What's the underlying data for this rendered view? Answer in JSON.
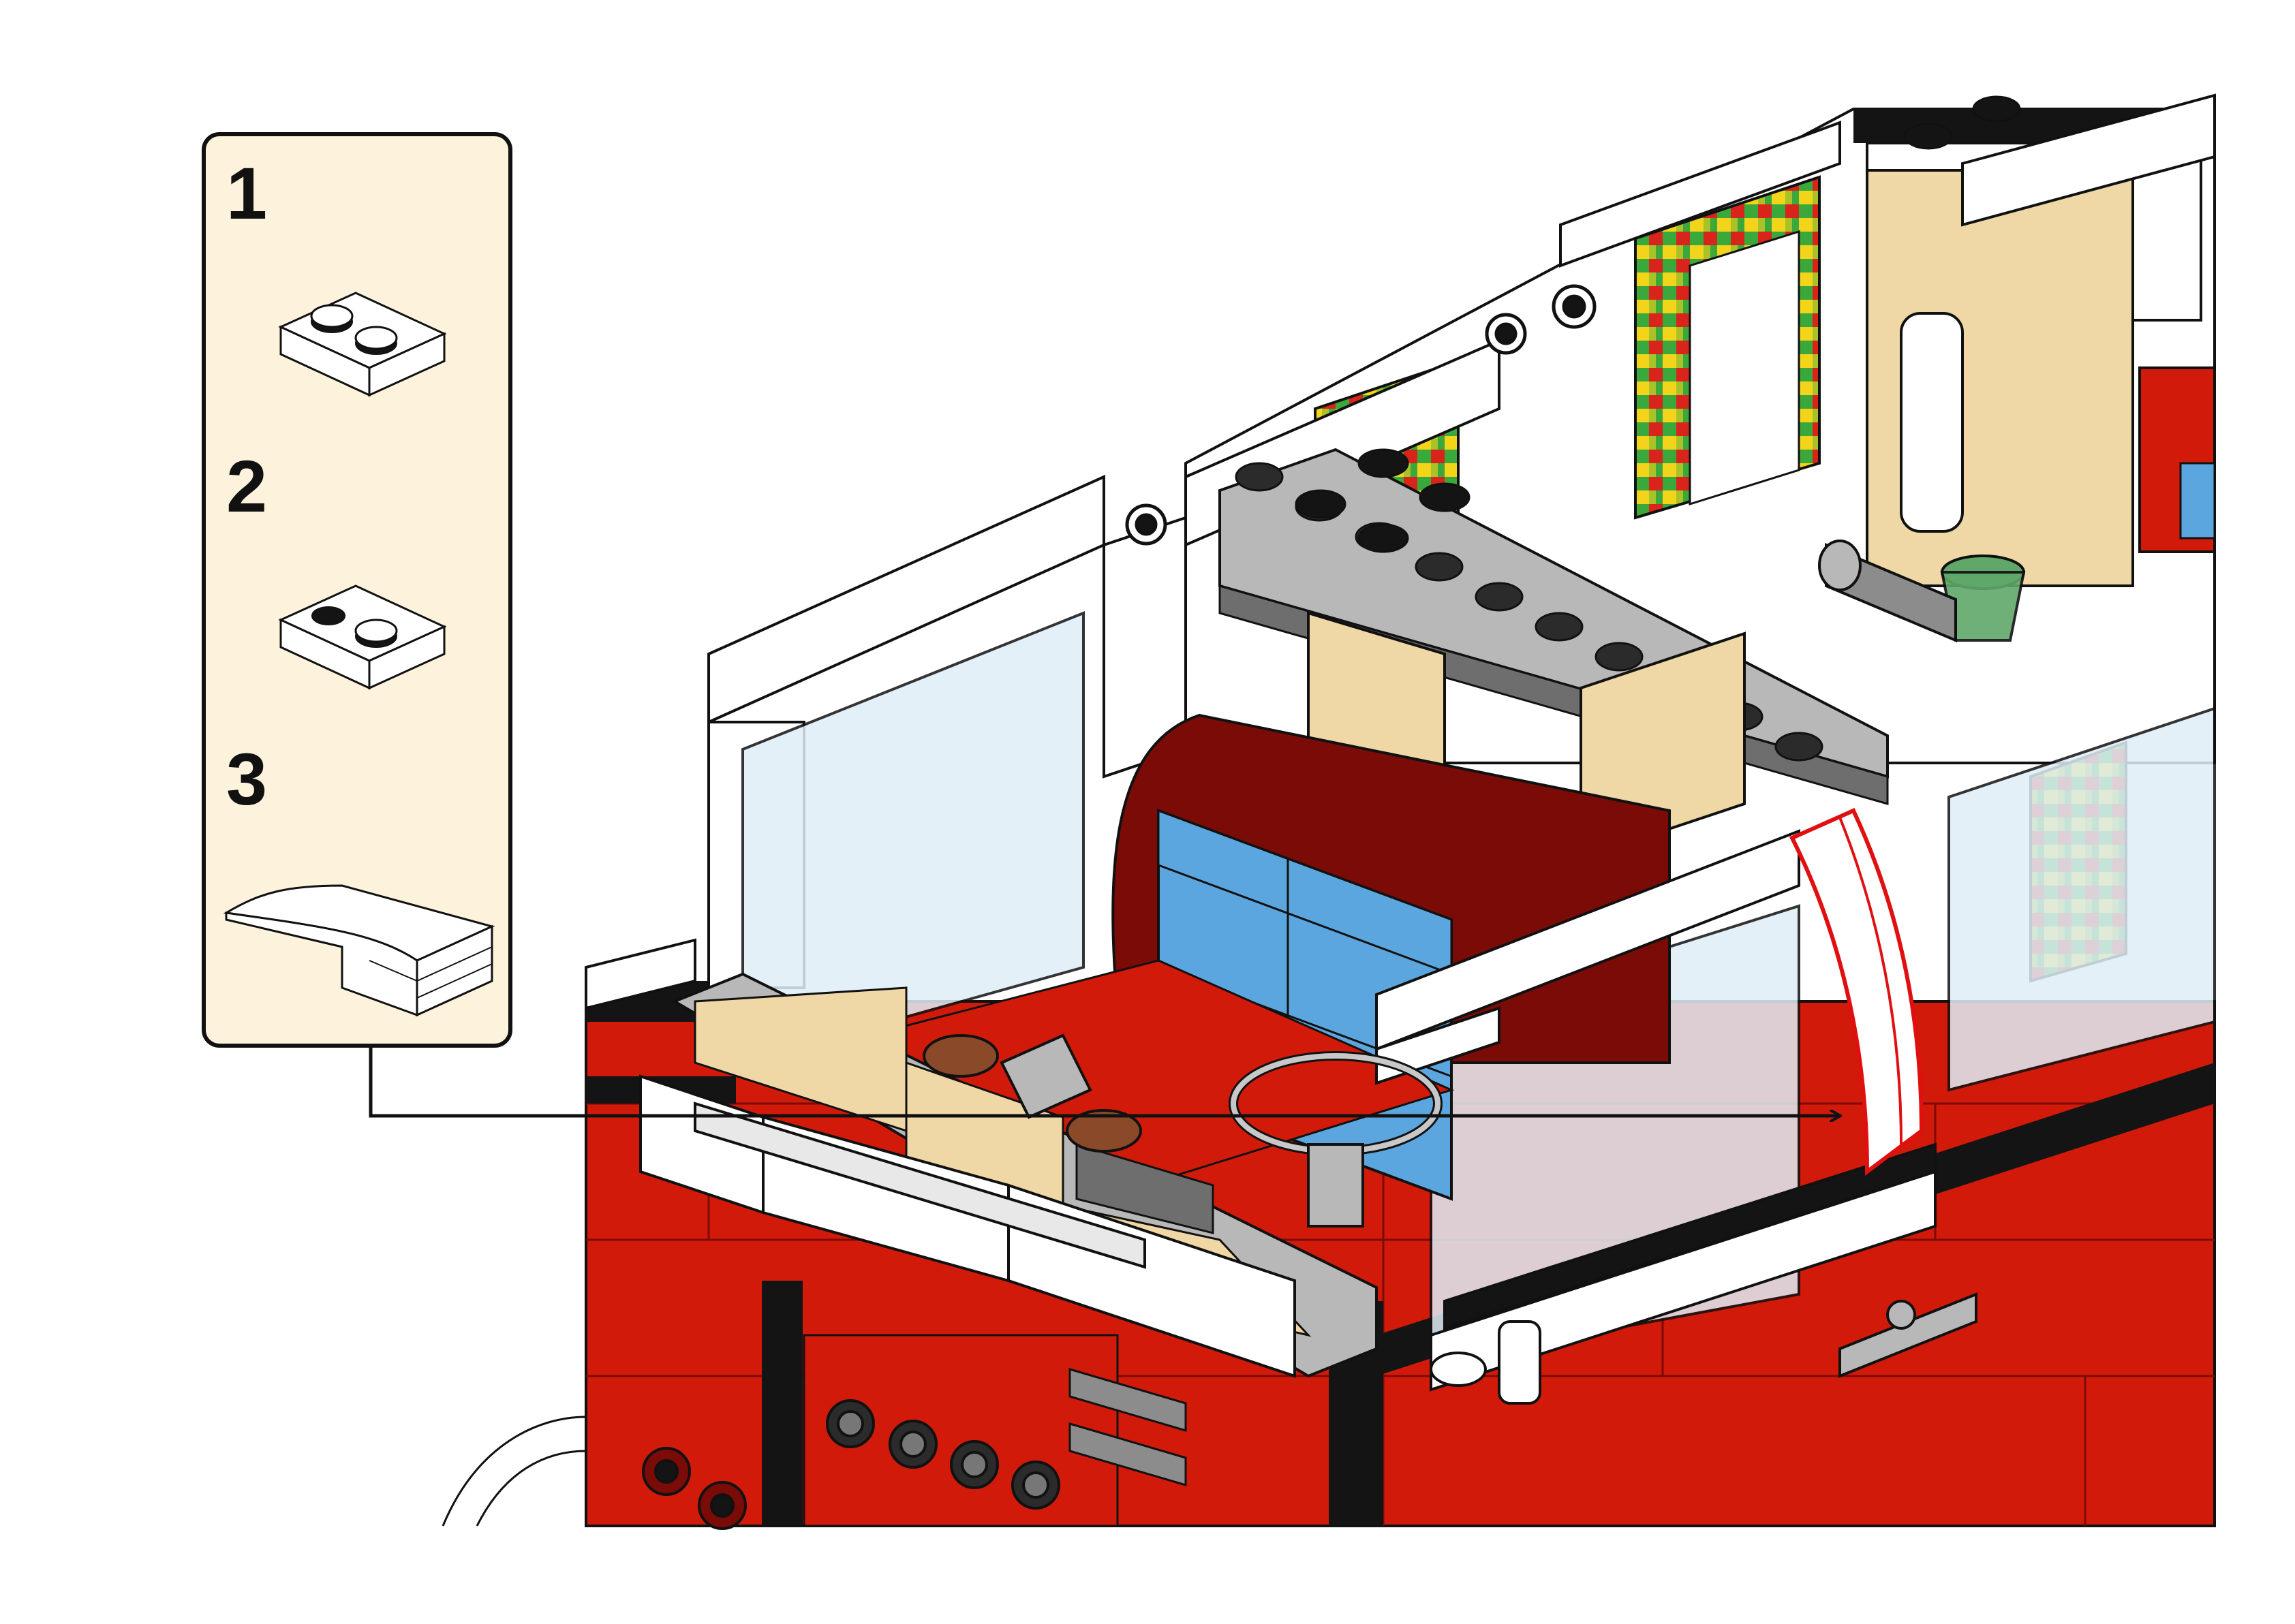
{
  "callout": {
    "steps": [
      {
        "number": "1",
        "part": "plate-1x2"
      },
      {
        "number": "2",
        "part": "jumper-plate-1x2"
      },
      {
        "number": "3",
        "part": "curved-slope-1x4"
      }
    ]
  },
  "colors": {
    "panel_background": "#fdf3dd",
    "outline": "#111111",
    "van_red": "#d21a0a",
    "dark_red": "#7a0b07",
    "seat_blue": "#5ca6e0",
    "tan": "#efd8a6",
    "light_gray": "#b8b8b8",
    "dark_gray": "#6e6e6e",
    "white": "#ffffff",
    "black": "#141414",
    "curtain_green": "#3aa83a",
    "curtain_yellow": "#f2d41a",
    "curtain_red": "#d8241a",
    "trans_clear": "#dfeef7",
    "trans_green": "#5fa86a",
    "highlight_red": "#e01010"
  }
}
